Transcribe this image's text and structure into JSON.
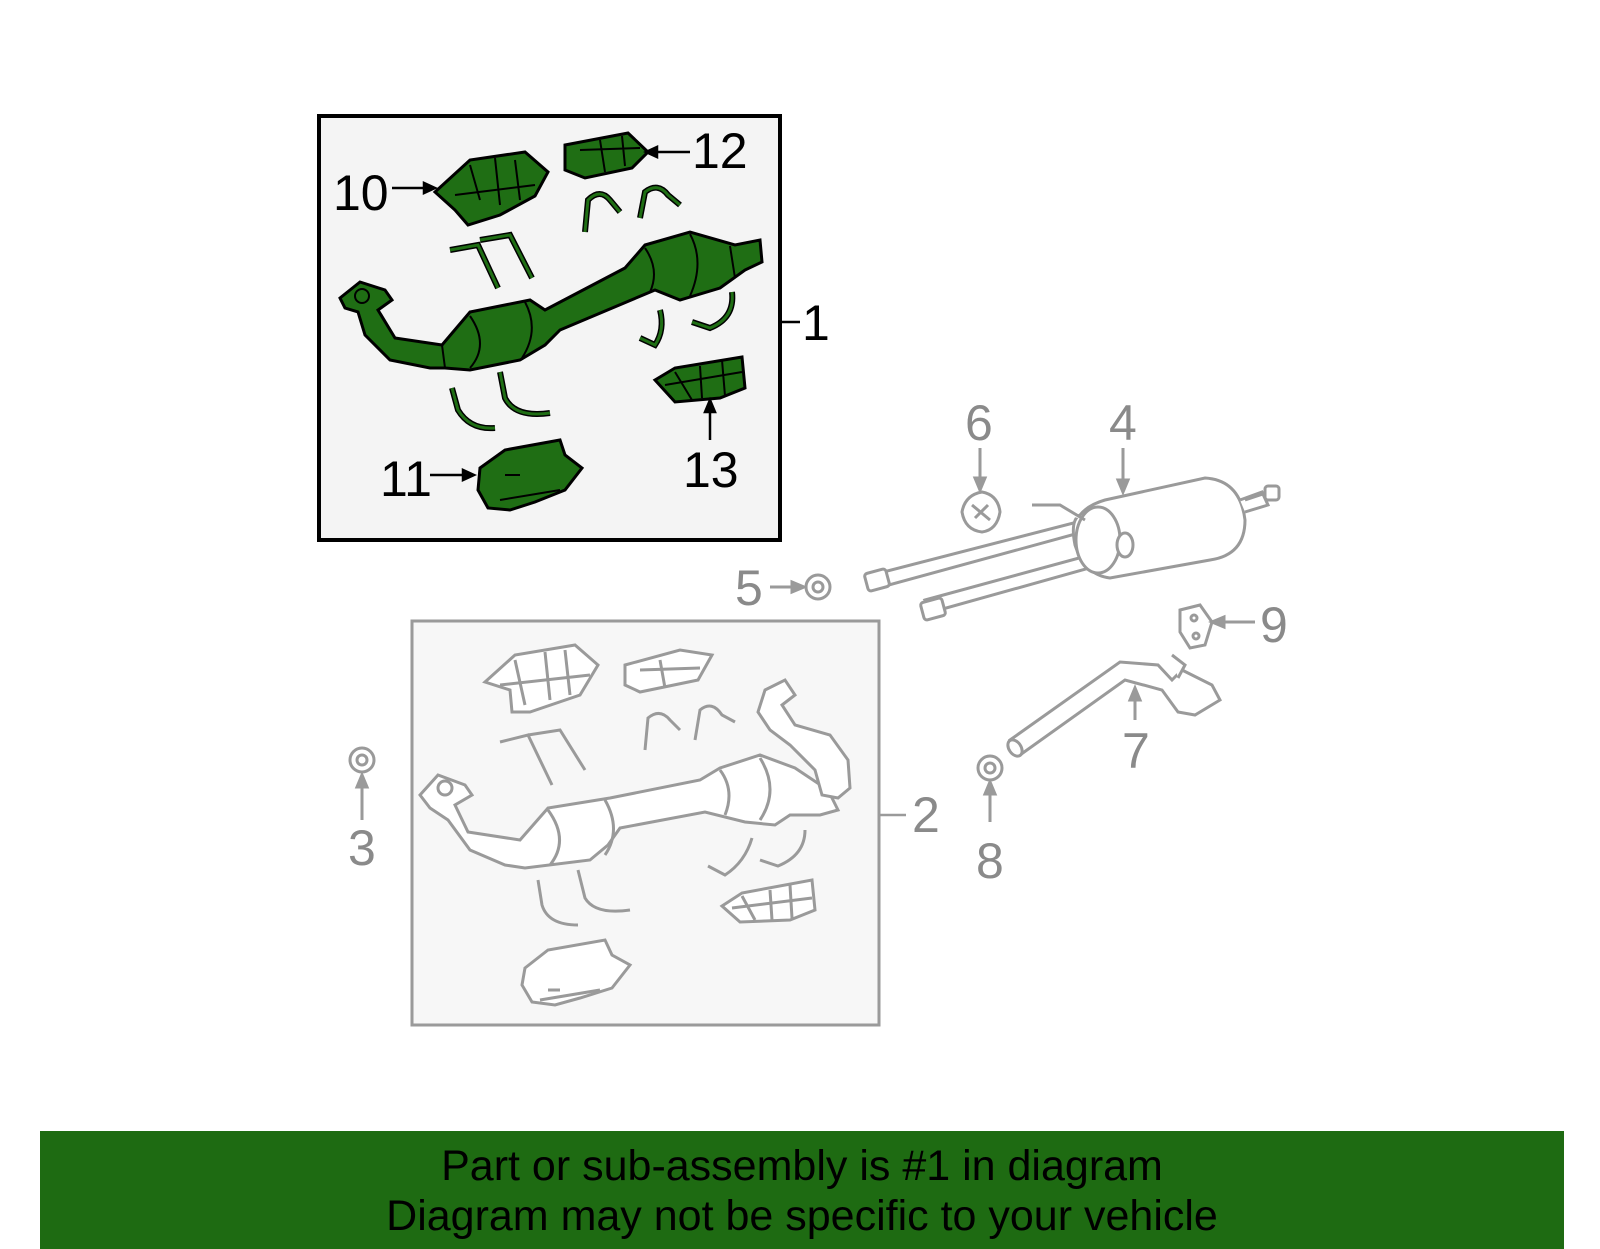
{
  "diagram": {
    "callouts": {
      "c1": "1",
      "c2": "2",
      "c3": "3",
      "c4": "4",
      "c5": "5",
      "c6": "6",
      "c7": "7",
      "c8": "8",
      "c9": "9",
      "c10": "10",
      "c11": "11",
      "c12": "12",
      "c13": "13"
    },
    "highlighted_part": "1",
    "colors": {
      "highlight_fill": "#1f6e14",
      "highlight_box_fill": "#f4f4f4",
      "grey_line": "#9a9a9a",
      "banner": "#1e6b12"
    }
  },
  "banner": {
    "line1": "Part or sub-assembly is #1 in diagram",
    "line2": "Diagram may not be specific to your vehicle"
  }
}
